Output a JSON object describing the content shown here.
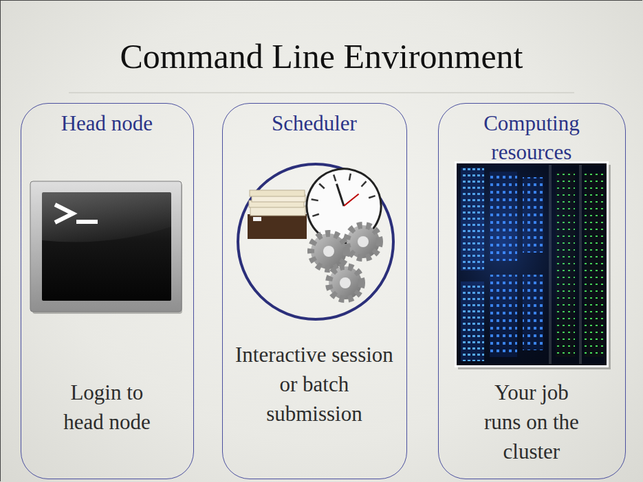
{
  "diagram": {
    "title": "Command Line Environment",
    "nodes": [
      {
        "text": [
          "Head node",
          "Login to head node"
        ]
      },
      {
        "text": [
          "Scheduler",
          "Interactive session or batch submission"
        ]
      },
      {
        "text": [
          "Computing resources",
          "Your job runs on the cluster"
        ]
      }
    ]
  }
}
